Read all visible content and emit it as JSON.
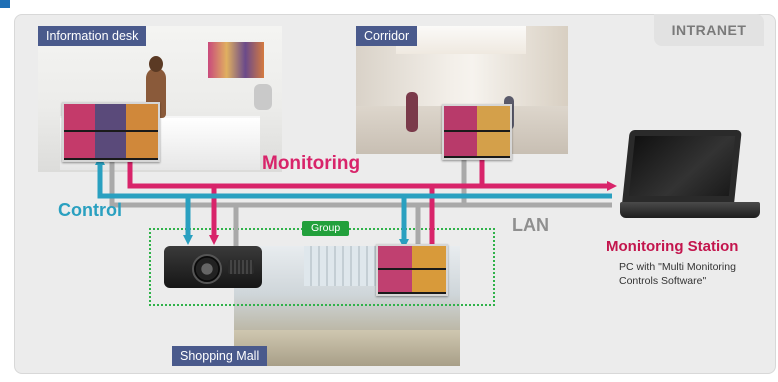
{
  "badge": {
    "intranet": "INTRANET"
  },
  "scenes": {
    "information_desk": "Information desk",
    "corridor": "Corridor",
    "shopping_mall": "Shopping Mall"
  },
  "labels": {
    "monitoring": "Monitoring",
    "control": "Control",
    "lan": "LAN",
    "group": "Group"
  },
  "station": {
    "title": "Monitoring Station",
    "subtitle_line1": "PC with \"Multi Monitoring",
    "subtitle_line2": "Controls Software\""
  },
  "colors": {
    "monitoring": "#d8246a",
    "control": "#2aa0c0",
    "lan": "#a9a9a9",
    "group": "#2fb24a",
    "tab": "#4a5a8c"
  }
}
